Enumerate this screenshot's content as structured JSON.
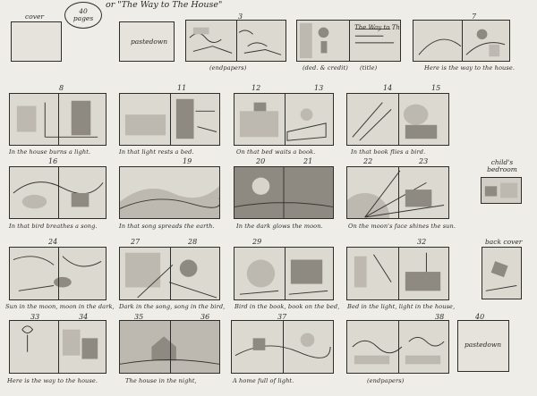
{
  "header": {
    "badge_number": "40",
    "badge_word": "pages",
    "title_fragment": "or \"The Way to The House\""
  },
  "page_numbers": [
    "3",
    "7",
    "8",
    "11",
    "12",
    "13",
    "14",
    "15",
    "16",
    "19",
    "20",
    "21",
    "22",
    "23",
    "24",
    "27",
    "28",
    "29",
    "32",
    "33",
    "34",
    "35",
    "36",
    "37",
    "38",
    "40"
  ],
  "labels": {
    "cover": "cover",
    "pastedown": "pastedown",
    "pastedown_end": "pastedown",
    "endpapers": "(endpapers)",
    "endpapers_end": "(endpapers)",
    "title": "(title)",
    "ded_card": "(ded. & credit)",
    "childs_bedroom_line1": "child's",
    "childs_bedroom_line2": "bedroom",
    "back_cover": "back cover"
  },
  "captions": {
    "r1": "Here is the way to the house.",
    "r2a": "In the house burns a light.",
    "r2b": "In that light rests a bed.",
    "r2c": "On that bed waits a book.",
    "r2d": "In that book flies a bird.",
    "r3a": "In that bird breathes a song.",
    "r3b": "In that song spreads the earth.",
    "r3c": "In the dark glows the moon.",
    "r3d": "On the moon's face shines the sun.",
    "r4a": "Sun in the moon, moon in the dark,",
    "r4b": "Dark in the song, song in the bird,",
    "r4c": "Bird in the book, book on the bed,",
    "r4d": "Bed in the light, light in the house,",
    "r5a": "Here is the way to the house.",
    "r5b": "The house in the night,",
    "r5c": "A home full of light."
  }
}
